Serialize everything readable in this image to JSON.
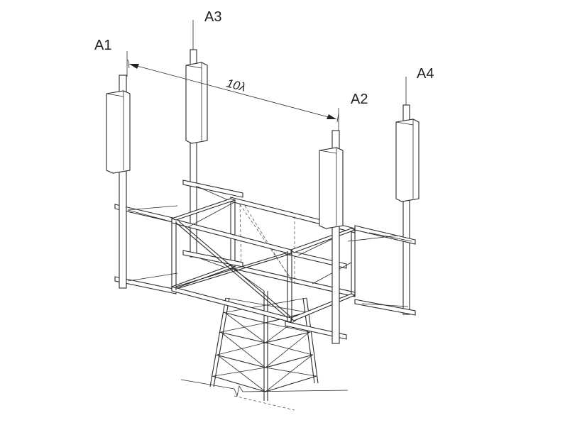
{
  "labels": {
    "a1": "A1",
    "a2": "A2",
    "a3": "A3",
    "a4": "A4"
  },
  "dimension": {
    "spacing": "10λ"
  }
}
